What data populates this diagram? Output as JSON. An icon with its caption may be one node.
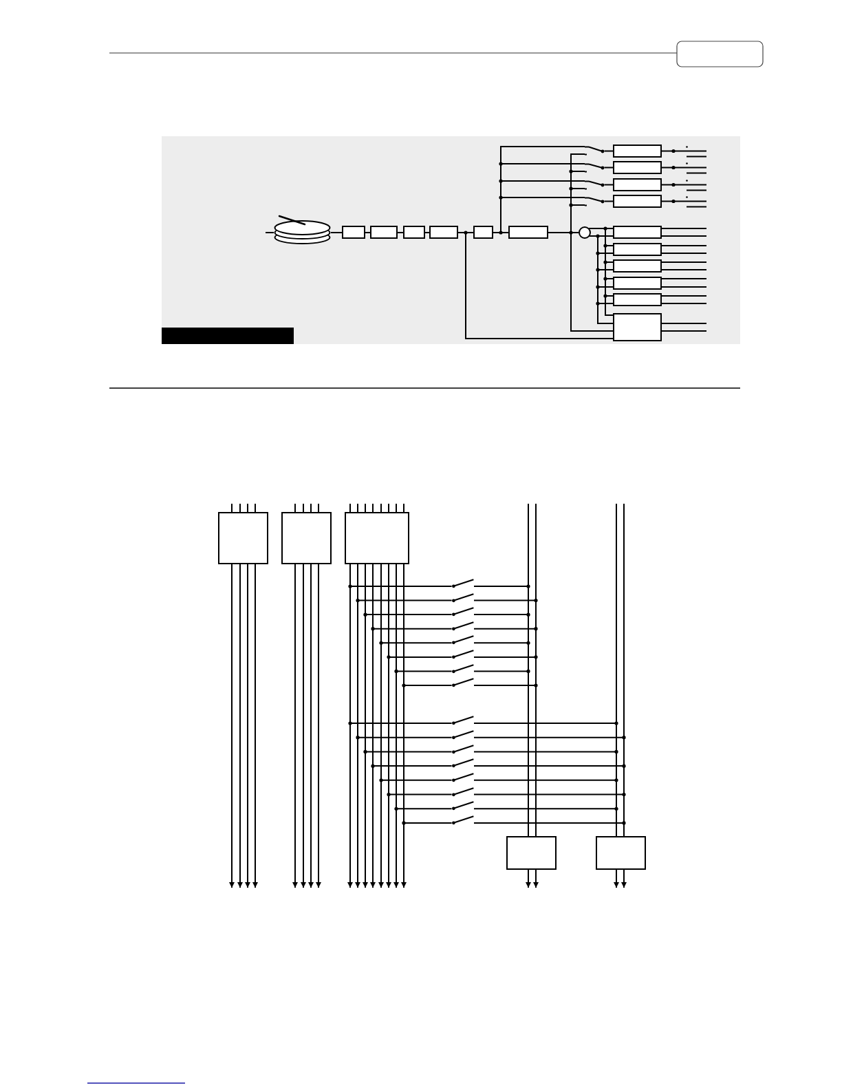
{
  "diagram": {
    "nodes": [
      {
        "text": [],
        "shape": "cylinder"
      },
      {
        "text": [],
        "shape": "box"
      },
      {
        "text": [],
        "shape": "box"
      },
      {
        "text": [],
        "shape": "box"
      },
      {
        "text": [],
        "shape": "box"
      },
      {
        "text": [],
        "shape": "box"
      },
      {
        "text": [],
        "shape": "box"
      },
      {
        "text": [],
        "shape": "switch"
      },
      {
        "text": [],
        "shape": "switch"
      },
      {
        "text": [],
        "shape": "switch"
      },
      {
        "text": [],
        "shape": "switch"
      },
      {
        "text": [],
        "shape": "box"
      },
      {
        "text": [],
        "shape": "box"
      },
      {
        "text": [],
        "shape": "box"
      },
      {
        "text": [],
        "shape": "box"
      },
      {
        "text": [],
        "shape": "circle"
      },
      {
        "text": [],
        "shape": "box"
      },
      {
        "text": [],
        "shape": "box"
      },
      {
        "text": [],
        "shape": "box"
      },
      {
        "text": [],
        "shape": "box"
      },
      {
        "text": [],
        "shape": "box"
      },
      {
        "text": [],
        "shape": "box"
      },
      {
        "text": [],
        "shape": "bar"
      },
      {
        "text": [],
        "shape": "box"
      },
      {
        "text": [],
        "shape": "box"
      },
      {
        "text": [],
        "shape": "box"
      },
      {
        "text": [],
        "shape": "switch"
      },
      {
        "text": [],
        "shape": "switch"
      },
      {
        "text": [],
        "shape": "switch"
      },
      {
        "text": [],
        "shape": "switch"
      },
      {
        "text": [],
        "shape": "switch"
      },
      {
        "text": [],
        "shape": "switch"
      },
      {
        "text": [],
        "shape": "switch"
      },
      {
        "text": [],
        "shape": "switch"
      },
      {
        "text": [],
        "shape": "switch"
      },
      {
        "text": [],
        "shape": "switch"
      },
      {
        "text": [],
        "shape": "switch"
      },
      {
        "text": [],
        "shape": "switch"
      },
      {
        "text": [],
        "shape": "switch"
      },
      {
        "text": [],
        "shape": "switch"
      },
      {
        "text": [],
        "shape": "switch"
      },
      {
        "text": [],
        "shape": "switch"
      },
      {
        "text": [],
        "shape": "box"
      },
      {
        "text": [],
        "shape": "box"
      }
    ],
    "edges": [
      {
        "from": null,
        "to": 0,
        "arrow": "none"
      },
      {
        "from": 0,
        "to": 1,
        "arrow": "none"
      },
      {
        "from": 1,
        "to": 2,
        "arrow": "none"
      },
      {
        "from": 2,
        "to": 3,
        "arrow": "none"
      },
      {
        "from": 3,
        "to": 4,
        "arrow": "none"
      },
      {
        "from": 4,
        "to": 5,
        "arrow": "none"
      },
      {
        "from": 5,
        "to": 6,
        "arrow": "none"
      },
      {
        "from": 6,
        "to": 15,
        "arrow": "none"
      },
      {
        "from": 5,
        "to": 7,
        "arrow": "none"
      },
      {
        "from": 5,
        "to": 8,
        "arrow": "none"
      },
      {
        "from": 5,
        "to": 9,
        "arrow": "none"
      },
      {
        "from": 5,
        "to": 10,
        "arrow": "none"
      },
      {
        "from": 6,
        "to": 7,
        "arrow": "none"
      },
      {
        "from": 6,
        "to": 8,
        "arrow": "none"
      },
      {
        "from": 6,
        "to": 9,
        "arrow": "none"
      },
      {
        "from": 6,
        "to": 10,
        "arrow": "none"
      },
      {
        "from": 7,
        "to": 11,
        "arrow": "none"
      },
      {
        "from": 8,
        "to": 12,
        "arrow": "none"
      },
      {
        "from": 9,
        "to": 13,
        "arrow": "none"
      },
      {
        "from": 10,
        "to": 14,
        "arrow": "none"
      },
      {
        "from": 6,
        "to": 21,
        "arrow": "none"
      },
      {
        "from": 4,
        "to": 21,
        "arrow": "none"
      },
      {
        "from": 15,
        "to": 16,
        "arrow": "none"
      },
      {
        "from": 15,
        "to": 16,
        "arrow": "none"
      },
      {
        "from": 15,
        "to": 17,
        "arrow": "none"
      },
      {
        "from": 15,
        "to": 17,
        "arrow": "none"
      },
      {
        "from": 15,
        "to": 18,
        "arrow": "none"
      },
      {
        "from": 15,
        "to": 18,
        "arrow": "none"
      },
      {
        "from": 15,
        "to": 19,
        "arrow": "none"
      },
      {
        "from": 15,
        "to": 19,
        "arrow": "none"
      },
      {
        "from": 15,
        "to": 20,
        "arrow": "none"
      },
      {
        "from": 15,
        "to": 20,
        "arrow": "none"
      },
      {
        "from": 15,
        "to": 21,
        "arrow": "none"
      },
      {
        "from": 15,
        "to": 21,
        "arrow": "none"
      },
      {
        "from": 11,
        "to": null,
        "arrow": "none"
      },
      {
        "from": 12,
        "to": null,
        "arrow": "none"
      },
      {
        "from": 13,
        "to": null,
        "arrow": "none"
      },
      {
        "from": 14,
        "to": null,
        "arrow": "none"
      },
      {
        "from": 16,
        "to": null,
        "arrow": "none"
      },
      {
        "from": 16,
        "to": null,
        "arrow": "none"
      },
      {
        "from": 17,
        "to": null,
        "arrow": "none"
      },
      {
        "from": 17,
        "to": null,
        "arrow": "none"
      },
      {
        "from": 18,
        "to": null,
        "arrow": "none"
      },
      {
        "from": 18,
        "to": null,
        "arrow": "none"
      },
      {
        "from": 19,
        "to": null,
        "arrow": "none"
      },
      {
        "from": 19,
        "to": null,
        "arrow": "none"
      },
      {
        "from": 20,
        "to": null,
        "arrow": "none"
      },
      {
        "from": 20,
        "to": null,
        "arrow": "none"
      },
      {
        "from": 21,
        "to": null,
        "arrow": "none"
      },
      {
        "from": 21,
        "to": null,
        "arrow": "none"
      },
      {
        "from": null,
        "to": 23,
        "arrow": "none"
      },
      {
        "from": null,
        "to": 23,
        "arrow": "none"
      },
      {
        "from": null,
        "to": 23,
        "arrow": "none"
      },
      {
        "from": null,
        "to": 23,
        "arrow": "none"
      },
      {
        "from": null,
        "to": 24,
        "arrow": "none"
      },
      {
        "from": null,
        "to": 24,
        "arrow": "none"
      },
      {
        "from": null,
        "to": 24,
        "arrow": "none"
      },
      {
        "from": null,
        "to": 24,
        "arrow": "none"
      },
      {
        "from": null,
        "to": 25,
        "arrow": "none"
      },
      {
        "from": null,
        "to": 25,
        "arrow": "none"
      },
      {
        "from": null,
        "to": 25,
        "arrow": "none"
      },
      {
        "from": null,
        "to": 25,
        "arrow": "none"
      },
      {
        "from": null,
        "to": 25,
        "arrow": "none"
      },
      {
        "from": null,
        "to": 25,
        "arrow": "none"
      },
      {
        "from": null,
        "to": 25,
        "arrow": "none"
      },
      {
        "from": null,
        "to": 25,
        "arrow": "none"
      },
      {
        "from": 23,
        "to": null,
        "arrow": "to"
      },
      {
        "from": 23,
        "to": null,
        "arrow": "to"
      },
      {
        "from": 23,
        "to": null,
        "arrow": "to"
      },
      {
        "from": 23,
        "to": null,
        "arrow": "to"
      },
      {
        "from": 24,
        "to": null,
        "arrow": "to"
      },
      {
        "from": 24,
        "to": null,
        "arrow": "to"
      },
      {
        "from": 24,
        "to": null,
        "arrow": "to"
      },
      {
        "from": 24,
        "to": null,
        "arrow": "to"
      },
      {
        "from": 25,
        "to": null,
        "arrow": "to"
      },
      {
        "from": 25,
        "to": null,
        "arrow": "to"
      },
      {
        "from": 25,
        "to": null,
        "arrow": "to"
      },
      {
        "from": 25,
        "to": null,
        "arrow": "to"
      },
      {
        "from": 25,
        "to": null,
        "arrow": "to"
      },
      {
        "from": 25,
        "to": null,
        "arrow": "to"
      },
      {
        "from": 25,
        "to": null,
        "arrow": "to"
      },
      {
        "from": 25,
        "to": null,
        "arrow": "to"
      },
      {
        "from": null,
        "to": 42,
        "arrow": "none"
      },
      {
        "from": null,
        "to": 42,
        "arrow": "none"
      },
      {
        "from": null,
        "to": 43,
        "arrow": "none"
      },
      {
        "from": null,
        "to": 43,
        "arrow": "none"
      },
      {
        "from": 42,
        "to": null,
        "arrow": "to"
      },
      {
        "from": 42,
        "to": null,
        "arrow": "to"
      },
      {
        "from": 43,
        "to": null,
        "arrow": "to"
      },
      {
        "from": 43,
        "to": null,
        "arrow": "to"
      },
      {
        "from": 25,
        "to": 26,
        "arrow": "none"
      },
      {
        "from": 25,
        "to": 27,
        "arrow": "none"
      },
      {
        "from": 25,
        "to": 28,
        "arrow": "none"
      },
      {
        "from": 25,
        "to": 29,
        "arrow": "none"
      },
      {
        "from": 25,
        "to": 30,
        "arrow": "none"
      },
      {
        "from": 25,
        "to": 31,
        "arrow": "none"
      },
      {
        "from": 25,
        "to": 32,
        "arrow": "none"
      },
      {
        "from": 25,
        "to": 33,
        "arrow": "none"
      },
      {
        "from": 26,
        "to": 42,
        "arrow": "none"
      },
      {
        "from": 27,
        "to": 42,
        "arrow": "none"
      },
      {
        "from": 28,
        "to": 42,
        "arrow": "none"
      },
      {
        "from": 29,
        "to": 42,
        "arrow": "none"
      },
      {
        "from": 30,
        "to": 42,
        "arrow": "none"
      },
      {
        "from": 31,
        "to": 42,
        "arrow": "none"
      },
      {
        "from": 32,
        "to": 42,
        "arrow": "none"
      },
      {
        "from": 33,
        "to": 42,
        "arrow": "none"
      },
      {
        "from": 25,
        "to": 34,
        "arrow": "none"
      },
      {
        "from": 25,
        "to": 35,
        "arrow": "none"
      },
      {
        "from": 25,
        "to": 36,
        "arrow": "none"
      },
      {
        "from": 25,
        "to": 37,
        "arrow": "none"
      },
      {
        "from": 25,
        "to": 38,
        "arrow": "none"
      },
      {
        "from": 25,
        "to": 39,
        "arrow": "none"
      },
      {
        "from": 25,
        "to": 40,
        "arrow": "none"
      },
      {
        "from": 25,
        "to": 41,
        "arrow": "none"
      },
      {
        "from": 34,
        "to": 43,
        "arrow": "none"
      },
      {
        "from": 35,
        "to": 43,
        "arrow": "none"
      },
      {
        "from": 36,
        "to": 43,
        "arrow": "none"
      },
      {
        "from": 37,
        "to": 43,
        "arrow": "none"
      },
      {
        "from": 38,
        "to": 43,
        "arrow": "none"
      },
      {
        "from": 39,
        "to": 43,
        "arrow": "none"
      },
      {
        "from": 40,
        "to": 43,
        "arrow": "none"
      },
      {
        "from": 41,
        "to": 43,
        "arrow": "none"
      }
    ]
  }
}
